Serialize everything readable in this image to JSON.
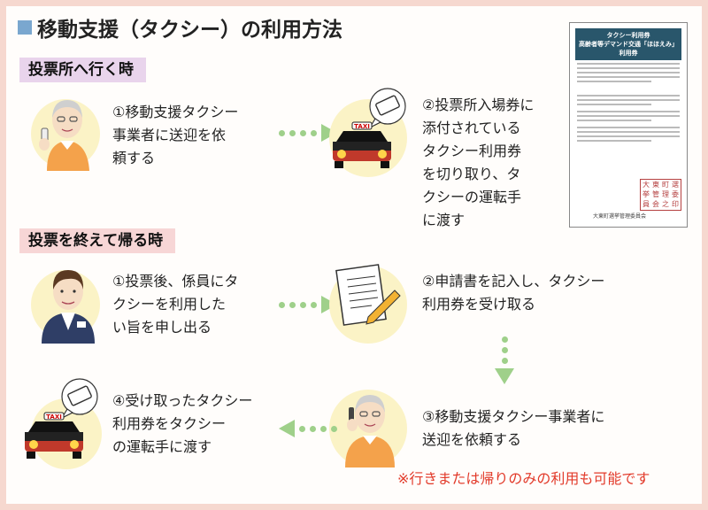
{
  "title": "移動支援（タクシー）の利用方法",
  "section_go": "投票所へ行く時",
  "section_return": "投票を終えて帰る時",
  "go_steps": [
    {
      "lines": [
        "①移動支援タクシー",
        "事業者に送迎を依",
        "頼する"
      ]
    },
    {
      "lines": [
        "②投票所入場券に",
        "添付されている",
        "タクシー利用券",
        "を切り取り、タ",
        "クシーの運転手",
        "に渡す"
      ]
    }
  ],
  "return_steps": [
    {
      "lines": [
        "①投票後、係員にタ",
        "クシーを利用した",
        "い旨を申し出る"
      ]
    },
    {
      "lines": [
        "②申請書を記入し、タクシー",
        "利用券を受け取る"
      ]
    },
    {
      "lines": [
        "③移動支援タクシー事業者に",
        "送迎を依頼する"
      ]
    },
    {
      "lines": [
        "④受け取ったタクシー",
        "利用券をタクシー",
        "の運転手に渡す"
      ]
    }
  ],
  "taxi_sign": "TAXI",
  "ticket": {
    "header_line1": "タクシー利用券",
    "header_line2": "高齢者等デマンド交通「ほほえみ」利用券",
    "seal_chars": [
      "大",
      "東",
      "町",
      "選",
      "挙",
      "管",
      "理",
      "委",
      "員",
      "会",
      "之",
      "印"
    ],
    "footer": "大東町選挙管理委員会"
  },
  "note": "※行きまたは帰りのみの利用も可能です",
  "colors": {
    "arrow": "#9fd08a",
    "circle": "#fbf3c6",
    "tag_go": "#e9d4ec",
    "tag_return": "#f7d6d6",
    "note": "#e23a2a",
    "title_square": "#7aa7cf"
  },
  "icons": [
    "elderly-phone-person-icon",
    "taxi-icon",
    "ticket-bubble-icon",
    "staff-person-icon",
    "form-pen-icon"
  ]
}
